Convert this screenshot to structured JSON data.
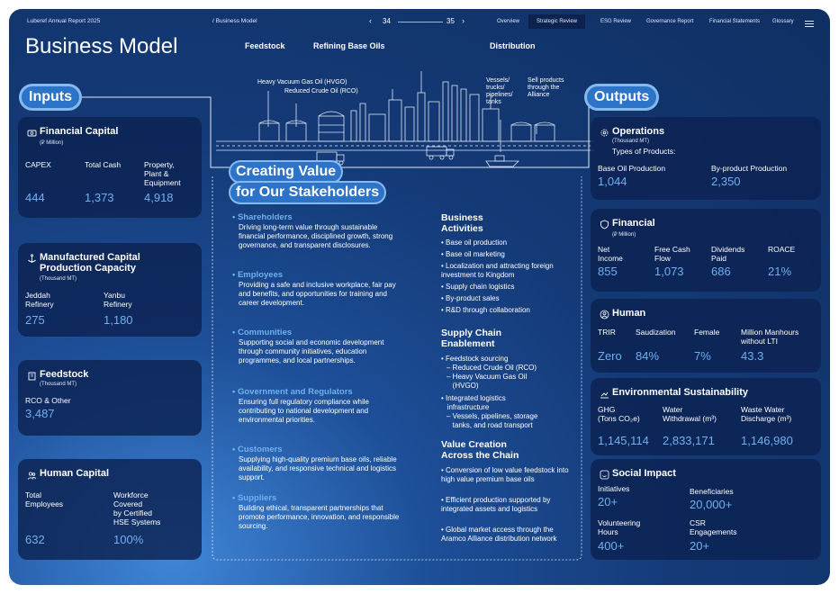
{
  "header": {
    "report": "Luberef Annual Report 2025",
    "breadcrumb": "Business Model",
    "page_current": "34",
    "page_next": "35",
    "nav": [
      "Overview",
      "Strategic Review",
      "ESG Review",
      "Governance Report",
      "Financial Statements",
      "Glossary"
    ],
    "active_nav": "Strategic Review"
  },
  "title": "Business Model",
  "stages": {
    "feedstock": "Feedstock",
    "refining": "Refining Base Oils",
    "distribution": "Distribution"
  },
  "annotations": {
    "hvgo": "Heavy Vacuum Gas Oil (HVGO)",
    "rco": "Reduced Crude Oil (RCO)",
    "vessels": "Vessels/\ntrucks/\npipelines/\ntanks",
    "sell": "Sell products\nthrough the\nAlliance"
  },
  "inputs": {
    "label": "Inputs",
    "financial": {
      "title": "Financial Capital",
      "unit": "(⃁ Million)",
      "items": [
        {
          "label": "CAPEX",
          "value": "444"
        },
        {
          "label": "Total Cash",
          "value": "1,373"
        },
        {
          "label": "Property,\nPlant &\nEquipment",
          "value": "4,918"
        }
      ]
    },
    "manufactured": {
      "title": "Manufactured Capital\nProduction Capacity",
      "unit": "(Thousand MT)",
      "items": [
        {
          "label": "Jeddah\nRefinery",
          "value": "275"
        },
        {
          "label": "Yanbu\nRefinery",
          "value": "1,180"
        }
      ]
    },
    "feedstock": {
      "title": "Feedstock",
      "unit": "(Thousand MT)",
      "items": [
        {
          "label": "RCO & Other",
          "value": "3,487"
        }
      ]
    },
    "human": {
      "title": "Human Capital",
      "items": [
        {
          "label": "Total\nEmployees",
          "value": "632"
        },
        {
          "label": "Workforce\nCovered\nby Certified\nHSE Systems",
          "value": "100%"
        }
      ]
    }
  },
  "center": {
    "title_line1": "Creating Value",
    "title_line2": "for Our Stakeholders",
    "stakeholders": [
      {
        "name": "Shareholders",
        "text": "Driving long-term value through sustainable financial performance, disciplined growth, strong governance, and transparent disclosures."
      },
      {
        "name": "Employees",
        "text": "Providing a safe and inclusive workplace, fair pay and benefits, and opportunities for training and career development."
      },
      {
        "name": "Communities",
        "text": "Supporting social and economic development through community initiatives, education programmes, and local partnerships."
      },
      {
        "name": "Government and Regulators",
        "text": "Ensuring full regulatory compliance while contributing to national development and environmental priorities."
      },
      {
        "name": "Customers",
        "text": "Supplying high-quality premium base oils, reliable availability, and responsive technical and logistics support."
      },
      {
        "name": "Suppliers",
        "text": "Building ethical, transparent partnerships that promote performance, innovation, and responsible sourcing."
      }
    ],
    "business_activities": {
      "title": "Business\nActivities",
      "items": [
        "Base oil production",
        "Base oil marketing",
        "Localization and attracting foreign investment to Kingdom",
        "Supply chain logistics",
        "By-product sales",
        "R&D through collaboration"
      ]
    },
    "supply_chain": {
      "title": "Supply Chain\nEnablement",
      "items": [
        "• Feedstock sourcing",
        "– Reduced Crude Oil (RCO)",
        "– Heavy Vacuum Gas Oil\n   (HVGO)",
        "• Integrated logistics\n   infrastructure",
        "– Vessels, pipelines, storage\n   tanks, and road transport"
      ]
    },
    "value_creation": {
      "title": "Value Creation\nAcross the Chain",
      "items": [
        "Conversion of low value feedstock into high value premium base oils",
        "Efficient production supported by integrated assets and logistics",
        "Global market access through the Aramco Alliance distribution network"
      ]
    }
  },
  "outputs": {
    "label": "Outputs",
    "operations": {
      "title": "Operations",
      "unit": "(Thousand MT)",
      "types": "Types of Products:",
      "items": [
        {
          "label": "Base Oil Production",
          "value": "1,044"
        },
        {
          "label": "By-product Production",
          "value": "2,350"
        }
      ]
    },
    "financial": {
      "title": "Financial",
      "unit": "(⃁ Million)",
      "items": [
        {
          "label": "Net\nIncome",
          "value": "855"
        },
        {
          "label": "Free Cash\nFlow",
          "value": "1,073"
        },
        {
          "label": "Dividends\nPaid",
          "value": "686"
        },
        {
          "label": "ROACE",
          "value": "21%"
        }
      ]
    },
    "human": {
      "title": "Human",
      "items": [
        {
          "label": "TRIR",
          "value": "Zero"
        },
        {
          "label": "Saudization",
          "value": "84%"
        },
        {
          "label": "Female",
          "value": "7%"
        },
        {
          "label": "Million Manhours\nwithout LTI",
          "value": "43.3"
        }
      ]
    },
    "environment": {
      "title": "Environmental Sustainability",
      "items": [
        {
          "label": "GHG\n(Tons CO₂e)",
          "value": "1,145,114"
        },
        {
          "label": "Water\nWithdrawal (m³)",
          "value": "2,833,171"
        },
        {
          "label": "Waste Water\nDischarge (m³)",
          "value": "1,146,980"
        }
      ]
    },
    "social": {
      "title": "Social Impact",
      "items": [
        {
          "label": "Initiatives",
          "value": "20+"
        },
        {
          "label": "Beneficiaries",
          "value": "20,000+"
        },
        {
          "label": "Volunteering\nHours",
          "value": "400+"
        },
        {
          "label": "CSR\nEngagements",
          "value": "20+"
        }
      ]
    }
  }
}
